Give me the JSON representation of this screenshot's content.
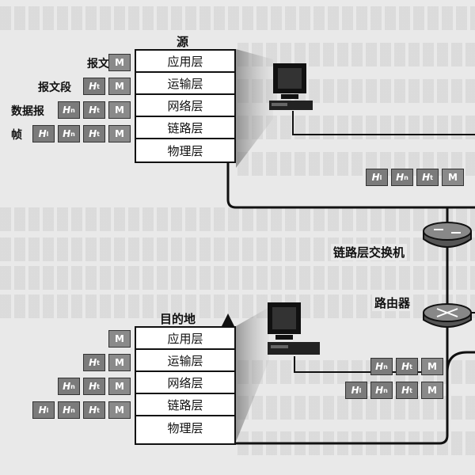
{
  "source": {
    "title": "源",
    "layers": [
      "应用层",
      "运输层",
      "网络层",
      "链路层",
      "物理层"
    ],
    "packet_labels": [
      "报文",
      "报文段",
      "数据报",
      "帧"
    ]
  },
  "destination": {
    "title": "目的地",
    "layers": [
      "应用层",
      "运输层",
      "网络层",
      "链路层",
      "物理层"
    ]
  },
  "devices": {
    "switch_label": "链路层交换机",
    "router_label": "路由器"
  },
  "header_tokens": {
    "message": "M",
    "transport": "t",
    "network": "n",
    "link": "l",
    "prefix": "H"
  }
}
